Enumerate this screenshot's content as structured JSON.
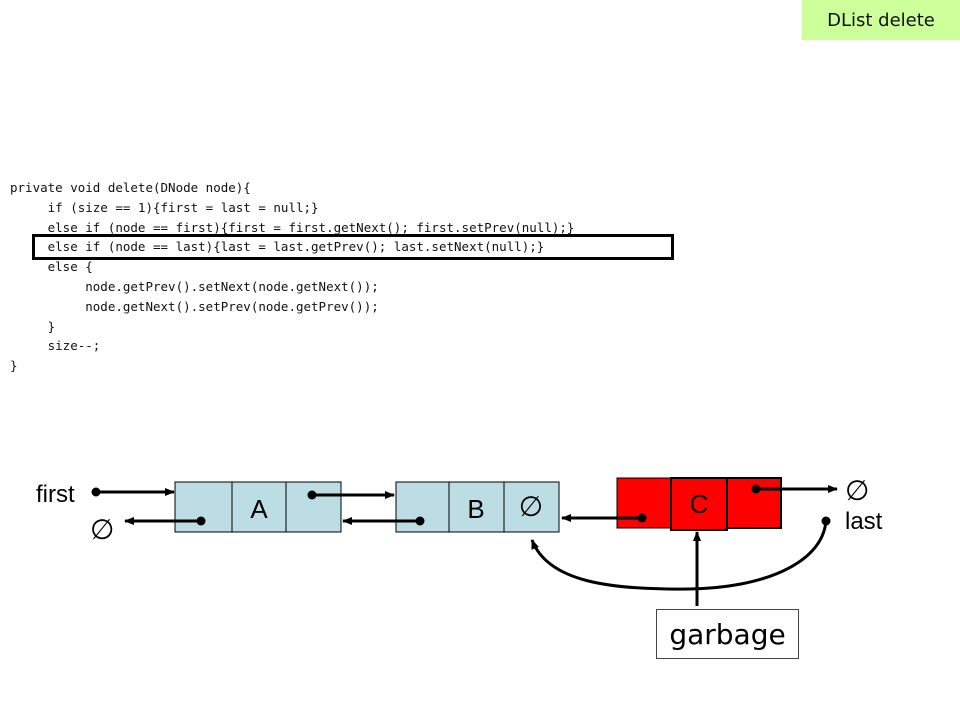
{
  "title": "DList delete",
  "code_lines": [
    "private void delete(DNode node){",
    "     if (size == 1){first = last = null;}",
    "     else if (node == first){first = first.getNext(); first.setPrev(null);}",
    "     else if (node == last){last = last.getPrev(); last.setNext(null);}",
    "     else {",
    "          node.getPrev().setNext(node.getNext());",
    "          node.getNext().setPrev(node.getPrev());",
    "     }",
    "     size--;",
    "}"
  ],
  "highlighted_line_index": 3,
  "labels": {
    "first": "first",
    "last": "last",
    "null_symbol": "∅",
    "garbage": "garbage"
  },
  "nodes": [
    {
      "label": "A",
      "color": "#bcdde3",
      "state": "kept"
    },
    {
      "label": "B",
      "color": "#bcdde3",
      "state": "kept"
    },
    {
      "label": "C",
      "color": "#ff0000",
      "state": "deleted"
    }
  ],
  "colors": {
    "node_fill": "#bcdde3",
    "deleted_node_fill": "#ff0000",
    "title_background": "#ccff99"
  }
}
